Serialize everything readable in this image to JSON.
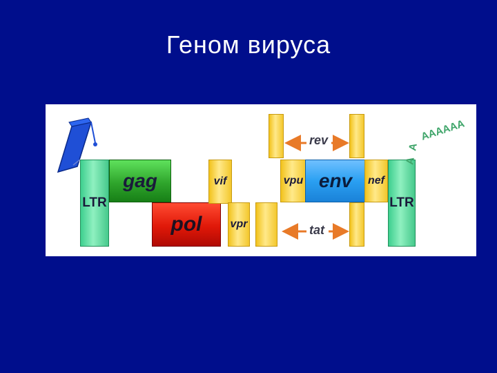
{
  "slide": {
    "title": "Геном вируса"
  },
  "genes": {
    "ltr_left": "LTR",
    "gag": "gag",
    "pol": "pol",
    "vif": "vif",
    "vpr": "vpr",
    "vpu": "vpu",
    "env": "env",
    "nef": "nef",
    "ltr_right": "LTR"
  },
  "labels": {
    "rev": "rev",
    "tat": "tat",
    "polya": "AAAAAA"
  },
  "colors": {
    "background": "#000e8c",
    "ltr": "#5fdca2",
    "gag": "#2fa52c",
    "pol": "#e01808",
    "accessory": "#f3c72c",
    "env": "#2aa0f2",
    "arrow": "#e87a28",
    "cap": "#1f4fd6",
    "polya": "#3fa56a"
  },
  "icons": {
    "cap": "cap-structure-icon",
    "polya_tail": "polya-tail-icon"
  }
}
